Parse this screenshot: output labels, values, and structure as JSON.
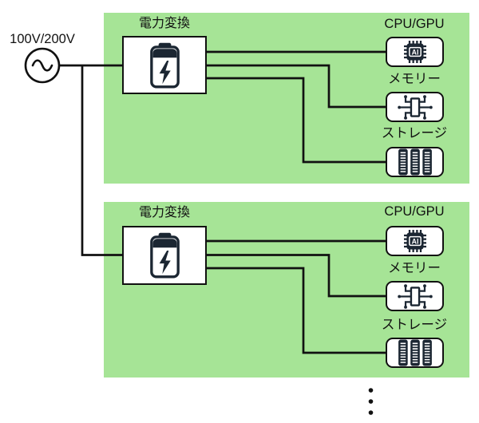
{
  "source": {
    "label": "100V/200V",
    "icon": "ac-sine-icon"
  },
  "racks": [
    {
      "converter_label": "電力変換",
      "converter_icon": "battery-bolt-icon",
      "components": [
        {
          "label": "CPU/GPU",
          "icon": "ai-chip-icon",
          "chip_text": "AI"
        },
        {
          "label": "メモリー",
          "icon": "circuit-chip-icon"
        },
        {
          "label": "ストレージ",
          "icon": "disk-stack-icon"
        }
      ]
    },
    {
      "converter_label": "電力変換",
      "converter_icon": "battery-bolt-icon",
      "components": [
        {
          "label": "CPU/GPU",
          "icon": "ai-chip-icon",
          "chip_text": "AI"
        },
        {
          "label": "メモリー",
          "icon": "circuit-chip-icon"
        },
        {
          "label": "ストレージ",
          "icon": "disk-stack-icon"
        }
      ]
    }
  ],
  "continuation": {
    "dots": 3
  },
  "colors": {
    "panel_bg": "#a6e496",
    "wire": "#111111",
    "icon_ink": "#1b2632",
    "box_bg": "#ffffff"
  }
}
